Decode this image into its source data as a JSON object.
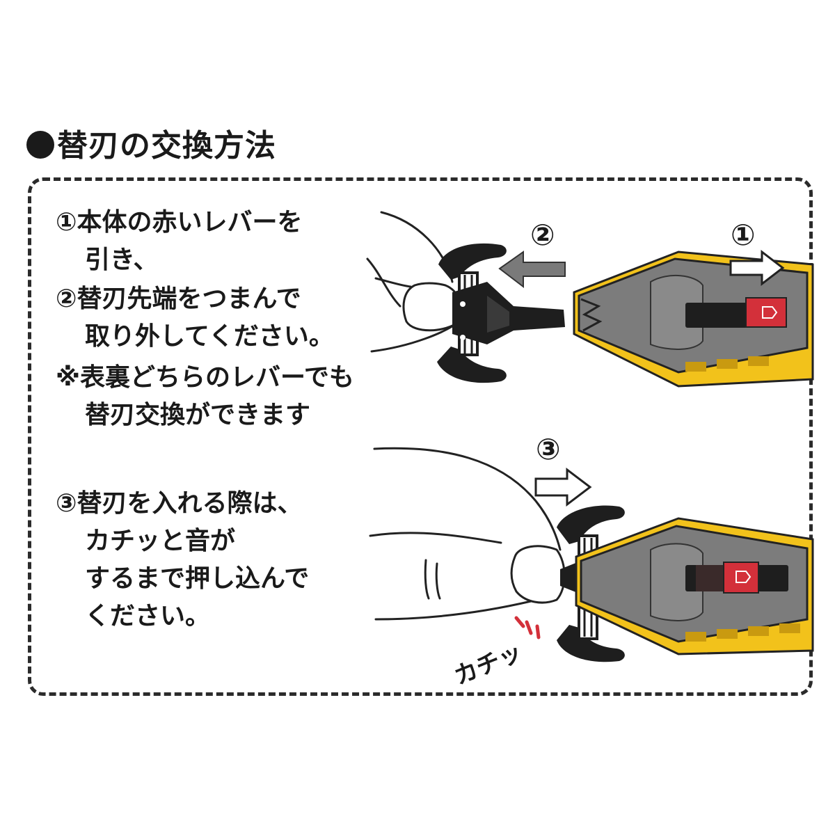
{
  "title": "替刃の交換方法",
  "steps": {
    "step1_line1": "①本体の赤いレバーを",
    "step1_line2": "引き、",
    "step2_line1": "②替刃先端をつまんで",
    "step2_line2": "取り外してください。",
    "note_line1": "※表裏どちらのレバーでも",
    "note_line2": "替刃交換ができます",
    "step3_line1": "③替刃を入れる際は、",
    "step3_line2": "カチッと音が",
    "step3_line3": "するまで押し込んで",
    "step3_line4": "ください。"
  },
  "markers": {
    "m1": "①",
    "m2": "②",
    "m3": "③"
  },
  "sound_label": "カチッ",
  "colors": {
    "yellow": "#f2c21b",
    "body_gray": "#7c7c7c",
    "lever_red": "#d3303a",
    "blade_black": "#1e1e1e"
  },
  "icons": [
    "dot-icon",
    "left-arrow-icon",
    "right-arrow-icon",
    "hand-illustration",
    "cutter-body-illustration"
  ]
}
